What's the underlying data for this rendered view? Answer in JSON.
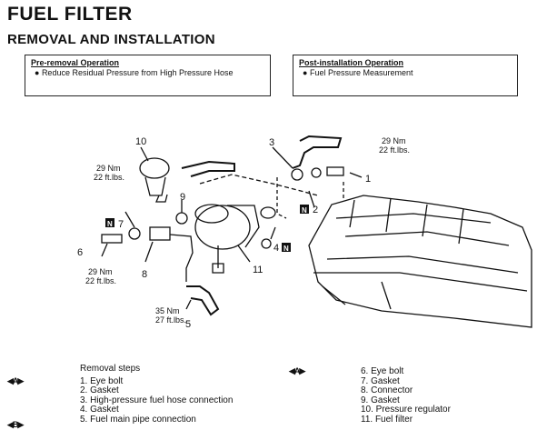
{
  "title": "FUEL FILTER",
  "subtitle": "REMOVAL AND INSTALLATION",
  "pre_box": {
    "heading": "Pre-removal Operation",
    "items": [
      "Reduce Residual Pressure from High Pressure Hose"
    ]
  },
  "post_box": {
    "heading": "Post-installation Operation",
    "items": [
      "Fuel Pressure Measurement"
    ]
  },
  "diagram": {
    "callouts": [
      "1",
      "2",
      "3",
      "4",
      "5",
      "6",
      "7",
      "8",
      "9",
      "10",
      "11"
    ],
    "marks": {
      "N": "N"
    },
    "torque_labels": [
      {
        "nm": "29 Nm",
        "lbs": "22 ft.lbs."
      },
      {
        "nm": "29 Nm",
        "lbs": "22 ft.lbs."
      },
      {
        "nm": "29 Nm",
        "lbs": "22 ft.lbs."
      },
      {
        "nm": "35 Nm",
        "lbs": "27 ft.lbs."
      }
    ]
  },
  "removal": {
    "heading": "Removal steps",
    "marks": {
      "A": "◀A▶",
      "B": "◀B▶"
    },
    "left_steps": [
      "1. Eye bolt",
      "2. Gasket",
      "3. High-pressure fuel hose connection",
      "4. Gasket",
      "5. Fuel main pipe connection"
    ],
    "right_steps": [
      "6. Eye bolt",
      "7. Gasket",
      "8. Connector",
      "9. Gasket",
      "10. Pressure regulator",
      "11. Fuel filter"
    ]
  }
}
